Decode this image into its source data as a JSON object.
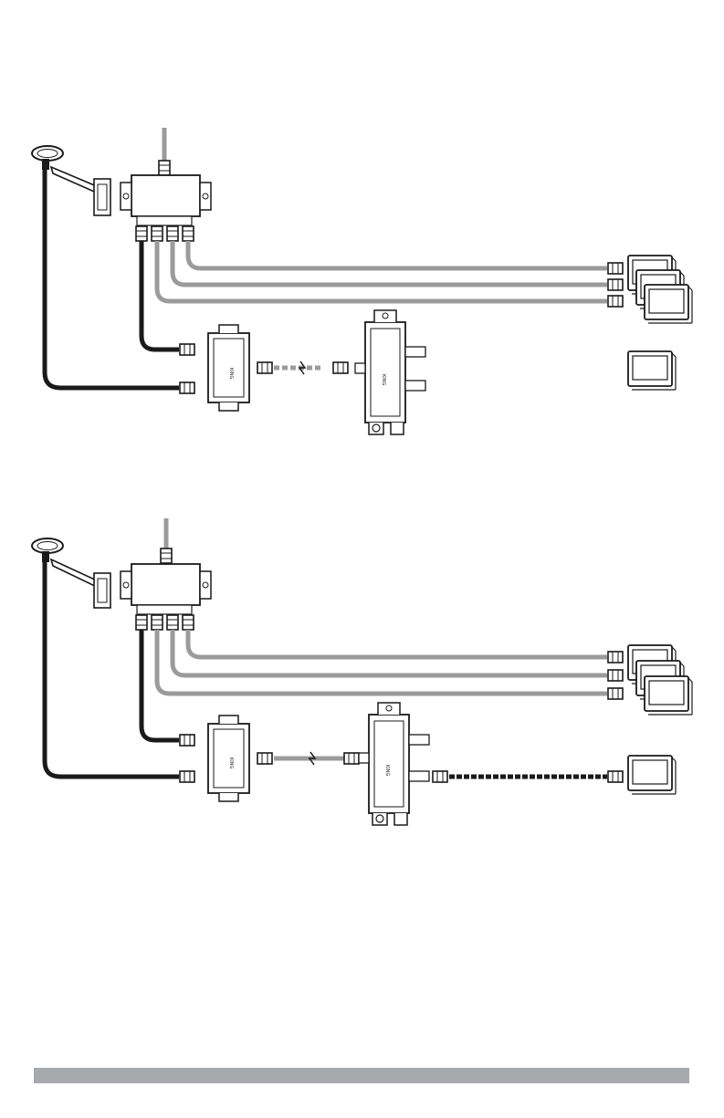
{
  "diagram": {
    "panels": [
      {
        "name": "configuration-a",
        "tv_count_main": 3,
        "extra_tv_link": "wireless"
      },
      {
        "name": "configuration-b",
        "tv_count_main": 3,
        "extra_tv_link": "cable"
      }
    ],
    "device_labels": {
      "splitter_brand": "KING"
    },
    "colors": {
      "gray_cable": "#9b9b9b",
      "black_cable": "#1a1a1a",
      "outline": "#1a1a1a",
      "footer_bar": "#a7a9ac"
    }
  }
}
